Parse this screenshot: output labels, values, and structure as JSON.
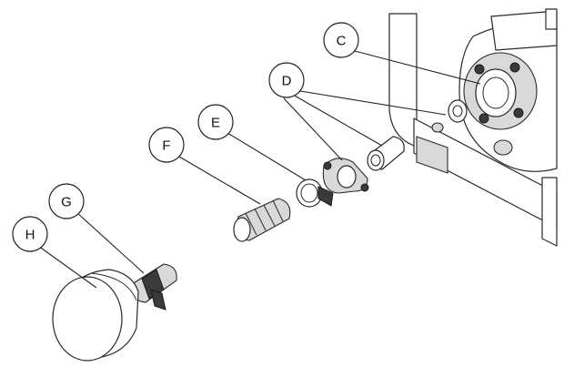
{
  "callouts": [
    {
      "id": "c",
      "label": "C"
    },
    {
      "id": "d",
      "label": "D"
    },
    {
      "id": "e",
      "label": "E"
    },
    {
      "id": "f",
      "label": "F"
    },
    {
      "id": "g",
      "label": "G"
    },
    {
      "id": "h",
      "label": "H"
    }
  ]
}
